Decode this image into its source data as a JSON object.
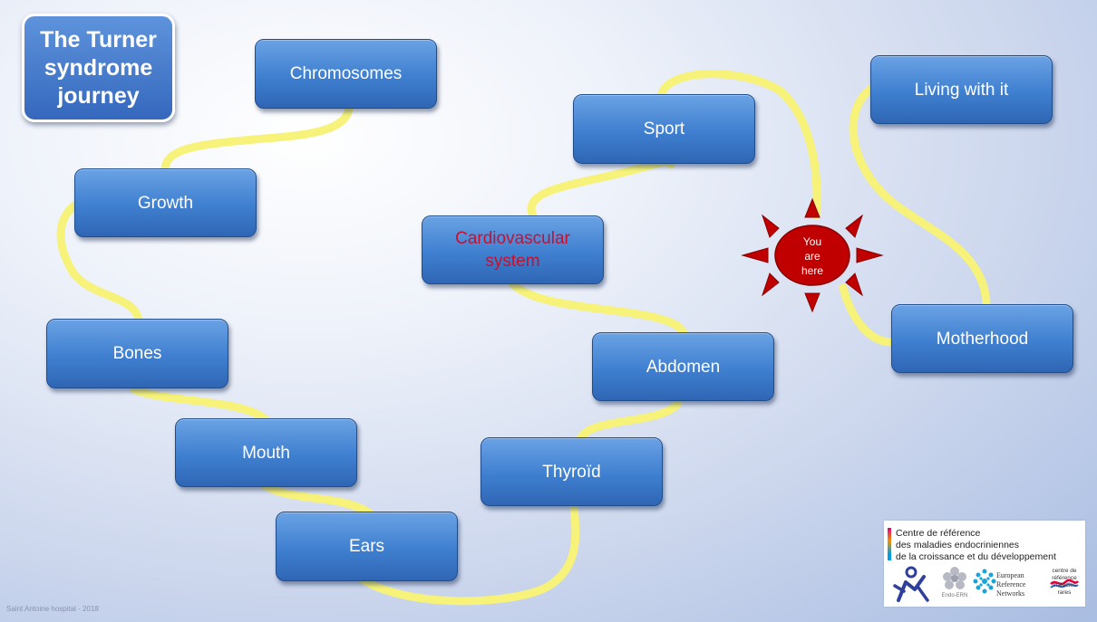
{
  "title": "The Turner syndrome journey",
  "nodes": [
    {
      "id": "chromosomes",
      "label": "Chromosomes"
    },
    {
      "id": "growth",
      "label": "Growth"
    },
    {
      "id": "bones",
      "label": "Bones"
    },
    {
      "id": "mouth",
      "label": "Mouth"
    },
    {
      "id": "ears",
      "label": "Ears"
    },
    {
      "id": "thyroid",
      "label": "Thyroïd"
    },
    {
      "id": "abdomen",
      "label": "Abdomen"
    },
    {
      "id": "cardiovascular",
      "label": "Cardiovascular system",
      "highlighted": true
    },
    {
      "id": "sport",
      "label": "Sport"
    },
    {
      "id": "motherhood",
      "label": "Motherhood"
    },
    {
      "id": "living",
      "label": "Living with it"
    }
  ],
  "marker": {
    "label": "You are here"
  },
  "logos": {
    "centre_lines": [
      "Centre de référence",
      "des maladies endocriniennes",
      "de la croissance et du développement"
    ],
    "endo_ern": "Endo-ERN",
    "ern": "European Reference Networks",
    "rare": "centre de référence maladies rares"
  },
  "footer": "Saint Antoine hospital - 2018",
  "colors": {
    "box": "#3f7fd0",
    "box_border": "#1f4d8c",
    "path": "#f6f27a",
    "highlight_text": "#c8102e",
    "marker": "#c00000"
  }
}
